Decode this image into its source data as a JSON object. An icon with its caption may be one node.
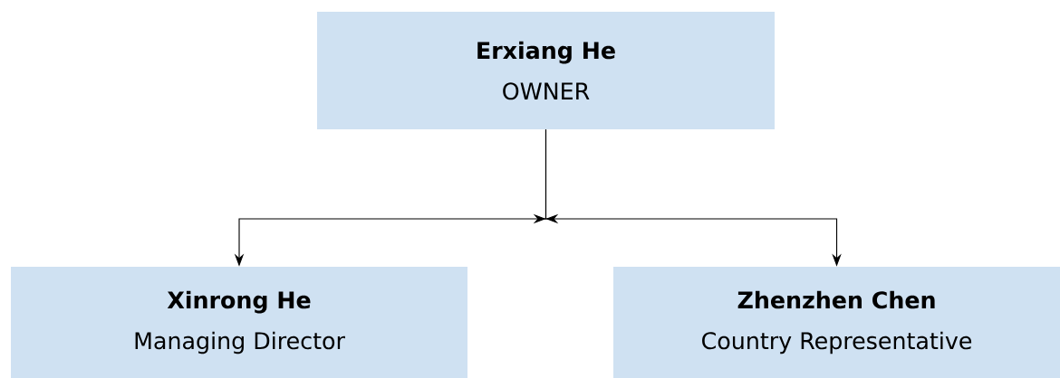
{
  "diagram": {
    "nodes": [
      {
        "text": [
          "Erxiang He",
          "OWNER"
        ]
      },
      {
        "text": [
          "Xinrong He",
          "Managing Director"
        ]
      },
      {
        "text": [
          "Zhenzhen Chen",
          "Country Representative"
        ]
      }
    ],
    "edges": [
      {
        "from": 0,
        "to": 1,
        "arrow": "to"
      },
      {
        "from": 0,
        "to": 2,
        "arrow": "to"
      }
    ]
  }
}
